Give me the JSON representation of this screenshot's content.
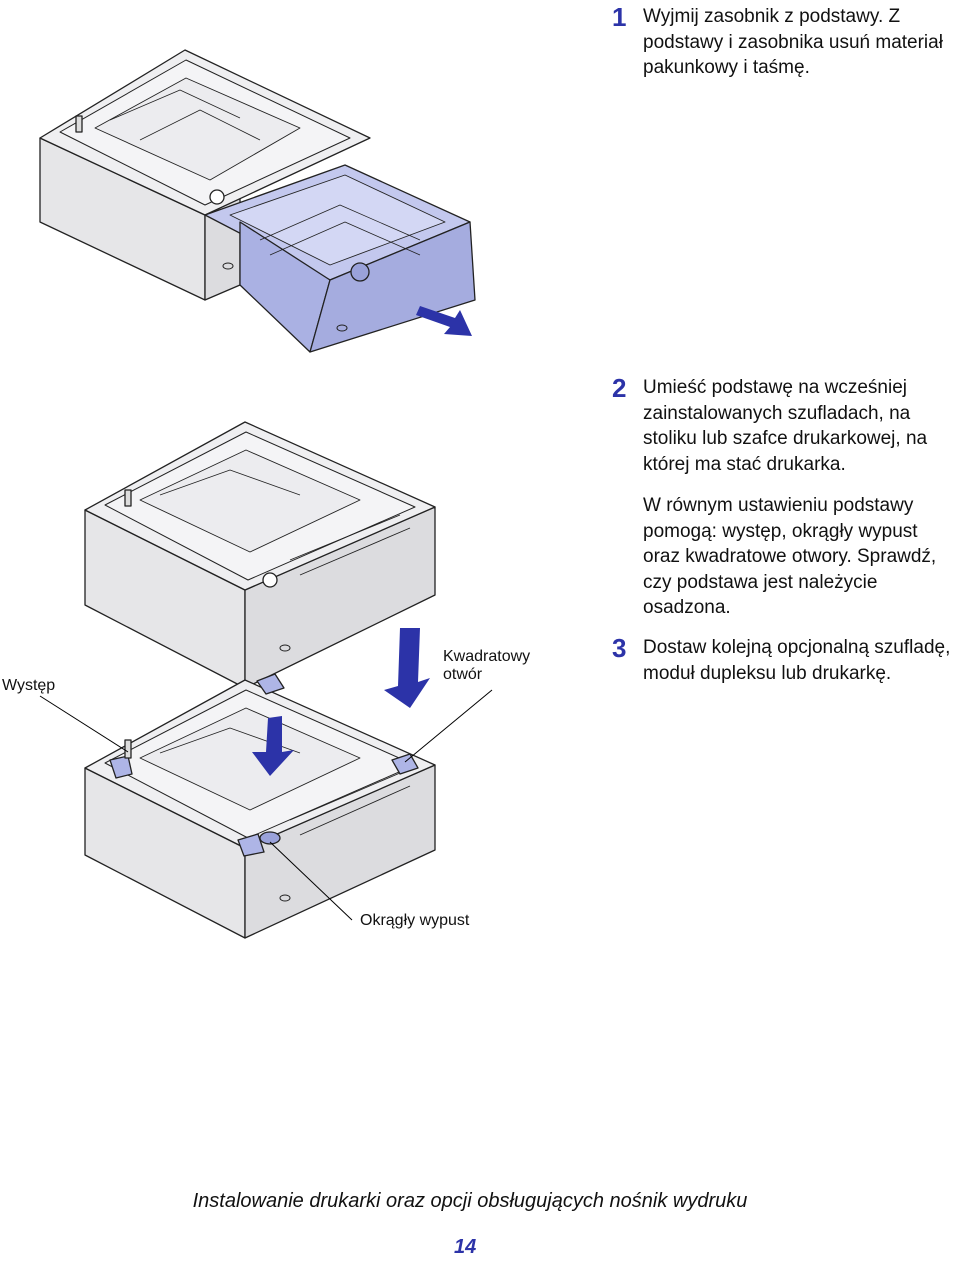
{
  "steps": [
    {
      "number": "1",
      "text": "Wyjmij zasobnik z podstawy. Z podstawy i zasobnika usuń materiał pakunkowy i taśmę."
    },
    {
      "number": "2",
      "text": "Umieść podstawę na wcześniej zainstalowanych szufladach, na stoliku lub szafce drukarkowej, na której ma stać drukarka."
    },
    {
      "number": "3",
      "text": "Dostaw kolejną opcjonalną szufladę, moduł dupleksu lub drukarkę."
    }
  ],
  "step2_note": "W równym ustawieniu podstawy pomogą: występ, okrągły wypust oraz kwadratowe otwory. Sprawdź, czy podstawa jest należycie osadzona.",
  "callouts": {
    "wystep": "Występ",
    "kwadratowy_line1": "Kwadratowy",
    "kwadratowy_line2": "otwór",
    "okragly": "Okrągły wypust"
  },
  "footer": {
    "title": "Instalowanie drukarki oraz opcji obsługujących nośnik wydruku",
    "page_number": "14"
  },
  "colors": {
    "accent_blue": "#2c33a8",
    "tray_blue": "#aeb5e6",
    "body_gray": "#e9e9eb"
  }
}
